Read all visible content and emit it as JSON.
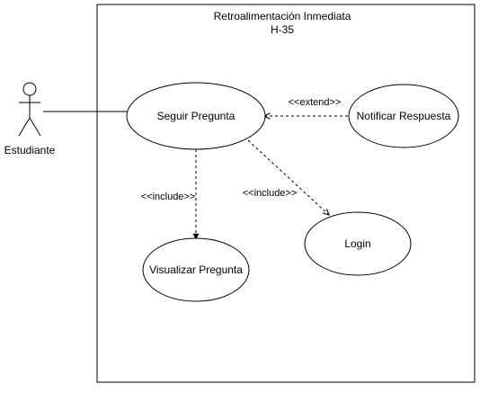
{
  "system": {
    "title_line1": "Retroalimentación Inmediata",
    "title_line2": "H-35"
  },
  "actor": {
    "name": "Estudiante"
  },
  "use_cases": {
    "seguir": "Seguir Pregunta",
    "notificar": "Notificar Respuesta",
    "visualizar": "Visualizar Pregunta",
    "login": "Login"
  },
  "relations": {
    "extend": "<<extend>>",
    "include_visualizar": "<<include>>",
    "include_login": "<<include>>"
  },
  "colors": {
    "stroke": "#000000",
    "background": "#ffffff"
  }
}
